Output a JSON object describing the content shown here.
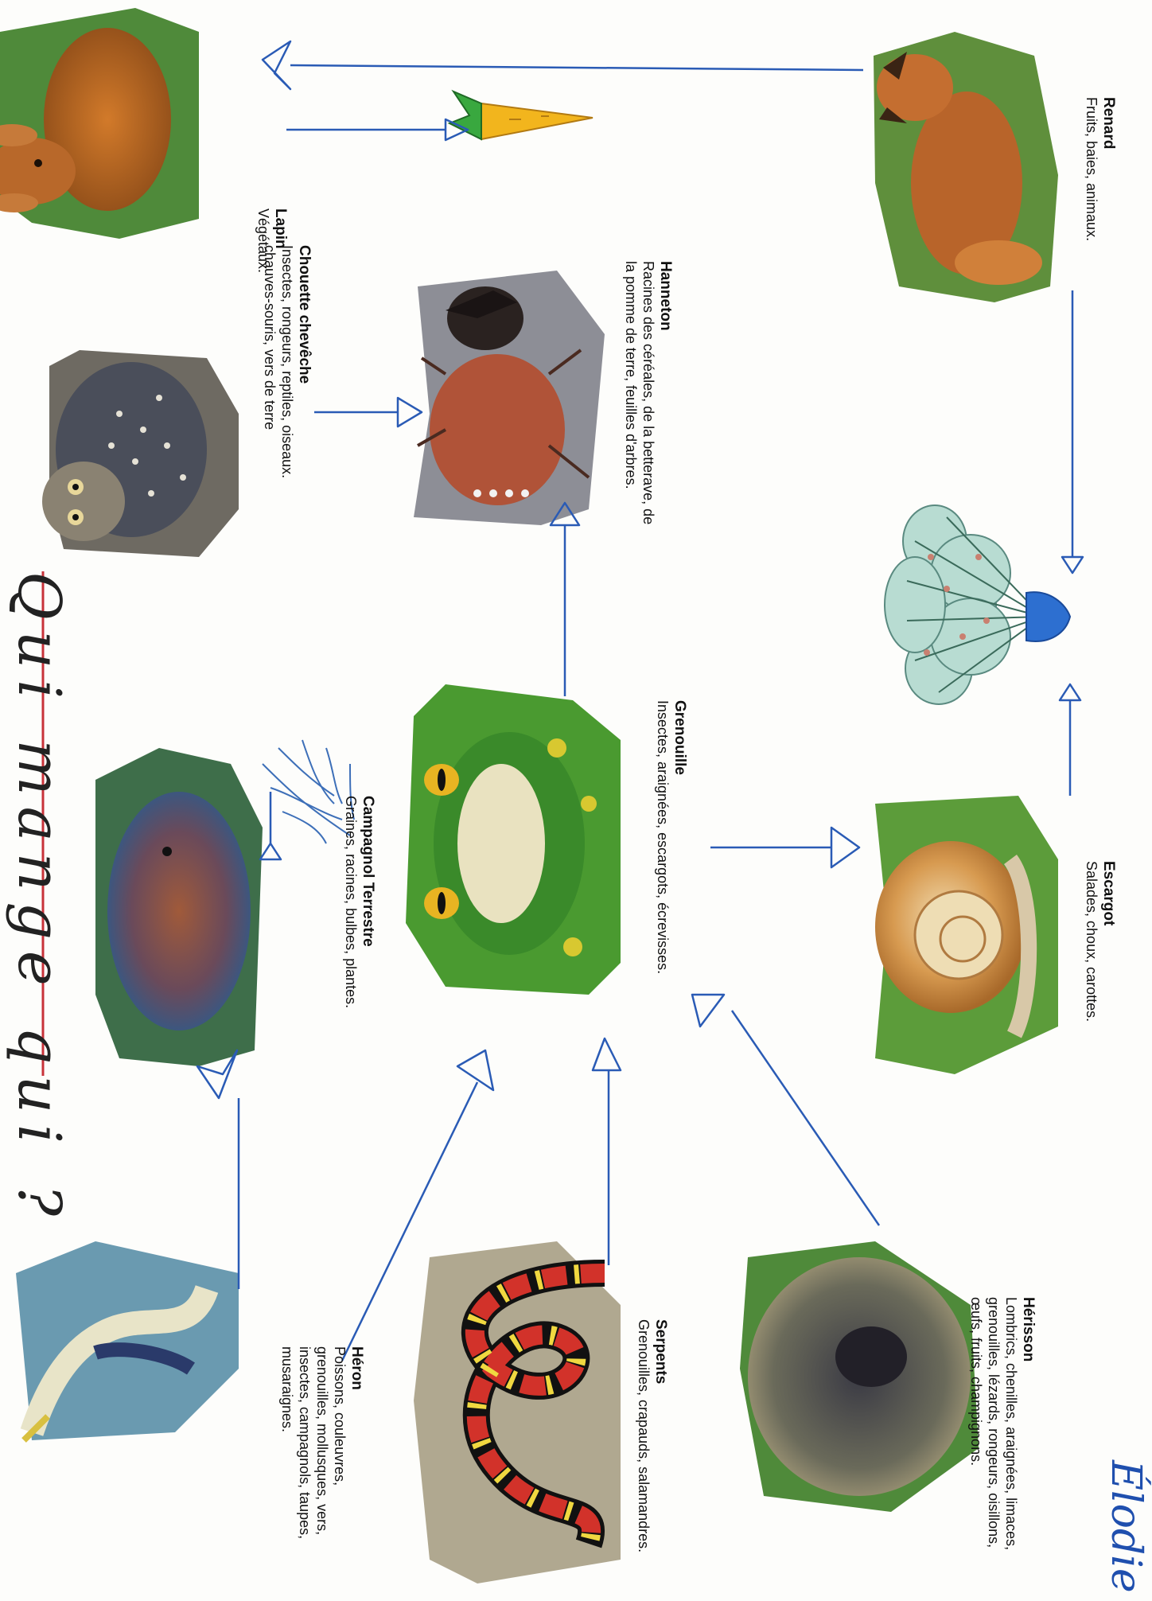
{
  "title": "Qui mange qui ?",
  "signature": "Élodie",
  "colors": {
    "arrow": "#2a5bb5",
    "underline": "#c8323a",
    "leaf": "#5b9b3c"
  },
  "animals": {
    "lapin": {
      "name": "Lapin",
      "diet": [
        "Végétaux."
      ],
      "icon": "rabbit-photo"
    },
    "renard": {
      "name": "Renard",
      "diet": [
        "Fruits, baies, animaux."
      ],
      "icon": "fox-photo"
    },
    "chouette": {
      "name": "Chouette chevêche",
      "diet": [
        "Insectes, rongeurs, reptiles, oiseaux.",
        "chauves-souris, vers de terre"
      ],
      "icon": "owl-photo"
    },
    "hanneton": {
      "name": "Hanneton",
      "diet": [
        "Racines des céréales, de la betterave, de",
        "la pomme de terre, feuilles d'arbres."
      ],
      "icon": "beetle-photo"
    },
    "campagnol": {
      "name": "Campagnol Terrestre",
      "diet": [
        "Graines, racines, bulbes, plantes."
      ],
      "icon": "vole-photo"
    },
    "grenouille": {
      "name": "Grenouille",
      "diet": [
        "Insectes, araignées, escargots, écrevisses."
      ],
      "icon": "frog-photo"
    },
    "escargot": {
      "name": "Escargot",
      "diet": [
        "Salades, choux, carottes."
      ],
      "icon": "snail-photo"
    },
    "heron": {
      "name": "Héron",
      "diet": [
        "Poissons, couleuvres,",
        "grenouilles, mollusques, vers,",
        "insectes, campagnols, taupes,",
        "musaraignes."
      ],
      "icon": "heron-photo"
    },
    "serpents": {
      "name": "Serpents",
      "diet": [
        "Grenouilles, crapauds, salamandres."
      ],
      "icon": "snake-photo"
    },
    "herisson": {
      "name": "Hérisson",
      "diet": [
        "Lombrics, chenilles, araignées, limaces,",
        "grenouilles, lézards, rongeurs, oisillons,",
        "œufs, fruits, champignons."
      ],
      "icon": "hedgehog-photo"
    }
  },
  "drawings": {
    "carrot": "carrot-drawing",
    "roots": "roots-drawing",
    "cabbage": "cabbage-drawing"
  },
  "links": [
    {
      "from": "renard",
      "to": "lapin"
    },
    {
      "from": "lapin",
      "to": "carrot"
    },
    {
      "from": "renard",
      "to": "cabbage"
    },
    {
      "from": "chouette",
      "to": "hanneton"
    },
    {
      "from": "grenouille",
      "to": "hanneton"
    },
    {
      "from": "campagnol",
      "to": "roots"
    },
    {
      "from": "grenouille",
      "to": "escargot"
    },
    {
      "from": "escargot",
      "to": "cabbage"
    },
    {
      "from": "heron",
      "to": "campagnol"
    },
    {
      "from": "heron",
      "to": "grenouille"
    },
    {
      "from": "serpents",
      "to": "grenouille"
    },
    {
      "from": "herisson",
      "to": "grenouille"
    }
  ]
}
